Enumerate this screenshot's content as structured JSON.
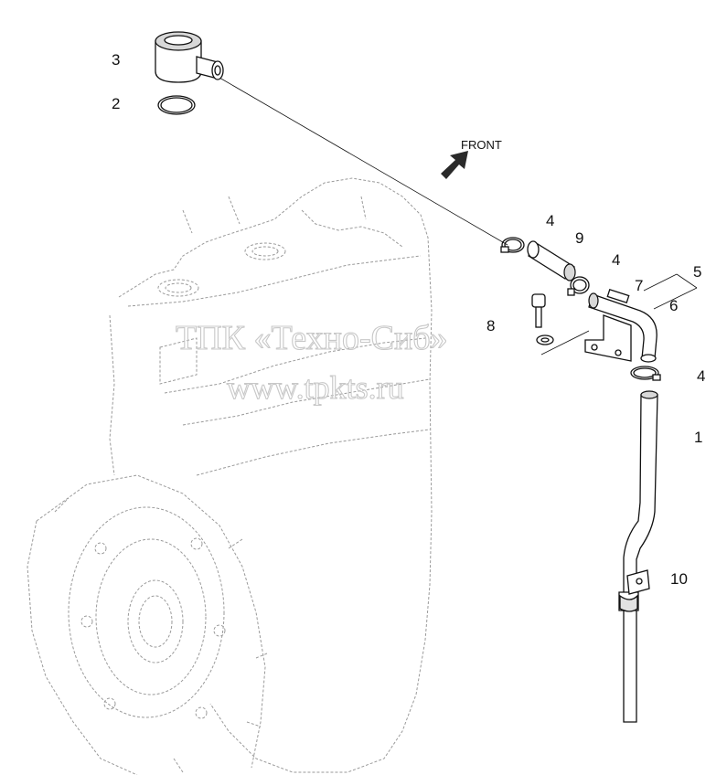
{
  "front_label": "FRONT",
  "watermark": {
    "line1": "ТПК «Техно-Сиб»",
    "line2": "www.tpkts.ru"
  },
  "callouts": [
    {
      "id": "3",
      "text": "3"
    },
    {
      "id": "2",
      "text": "2"
    },
    {
      "id": "4a",
      "text": "4"
    },
    {
      "id": "9",
      "text": "9"
    },
    {
      "id": "4b",
      "text": "4"
    },
    {
      "id": "5",
      "text": "5"
    },
    {
      "id": "7",
      "text": "7"
    },
    {
      "id": "6",
      "text": "6"
    },
    {
      "id": "8",
      "text": "8"
    },
    {
      "id": "4c",
      "text": "4"
    },
    {
      "id": "1",
      "text": "1"
    },
    {
      "id": "10",
      "text": "10"
    }
  ]
}
